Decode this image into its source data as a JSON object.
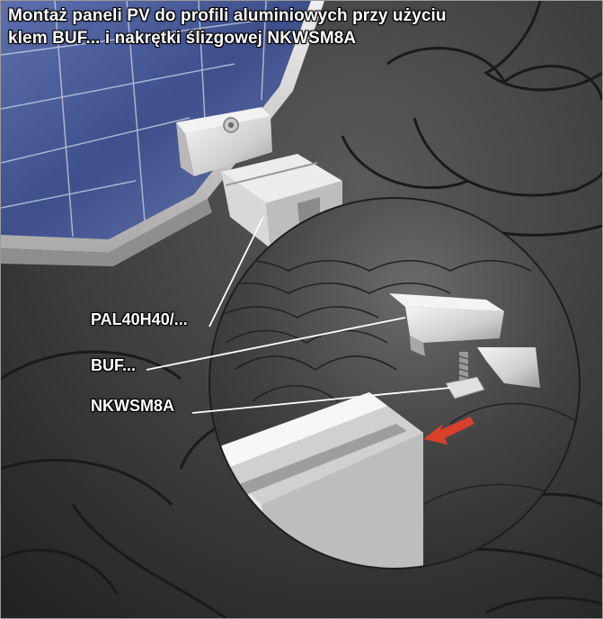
{
  "title": {
    "line1": "Montaż paneli PV do profili aluminiowych przy użyciu",
    "line2": "klem BUF... i nakrętki ślizgowej NKWSM8A"
  },
  "labels": {
    "profile": "PAL40H40/...",
    "clamp": "BUF...",
    "nut": "NKWSM8A"
  },
  "colors": {
    "roof_dark": "#2b2b2b",
    "panel_blue": "#3b4f86",
    "aluminium": "#d9d9d9",
    "arrow_red": "#d9402a",
    "label_text": "#ffffff"
  },
  "icons": {
    "direction_arrow": "arrow-down-left-icon"
  }
}
